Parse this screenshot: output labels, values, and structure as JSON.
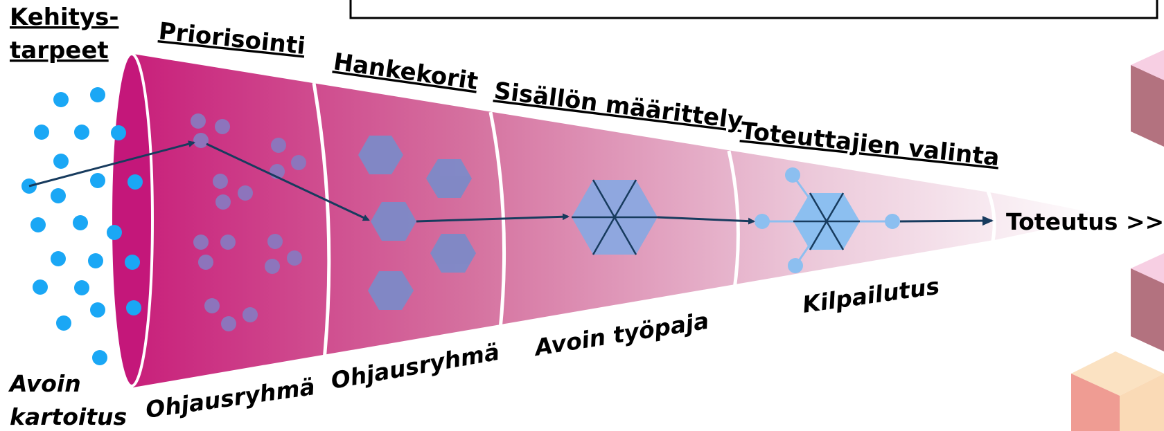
{
  "title_box": {
    "text": ""
  },
  "stages": [
    {
      "heading_line1": "Kehitys-",
      "heading_line2": "tarpeet",
      "actor_line1": "Avoin",
      "actor_line2": "kartoitus"
    },
    {
      "heading": "Priorisointi",
      "actor": "Ohjausryhmä"
    },
    {
      "heading": "Hankekorit",
      "actor": "Ohjausryhmä"
    },
    {
      "heading": "Sisällön määrittely",
      "actor": "Avoin työpaja"
    },
    {
      "heading": "Toteuttajien valinta",
      "actor": "Kilpailutus"
    }
  ],
  "final": "Toteutus >>",
  "colors": {
    "funnel_dark": "#c81e7a",
    "funnel_light": "#f3dfe8",
    "dot": "#1aa7f5",
    "purple_dot": "#8a78bf",
    "hexagon": "#7d8ac8",
    "hexagon_light": "#8cbff0",
    "arrow": "#173b5e"
  }
}
